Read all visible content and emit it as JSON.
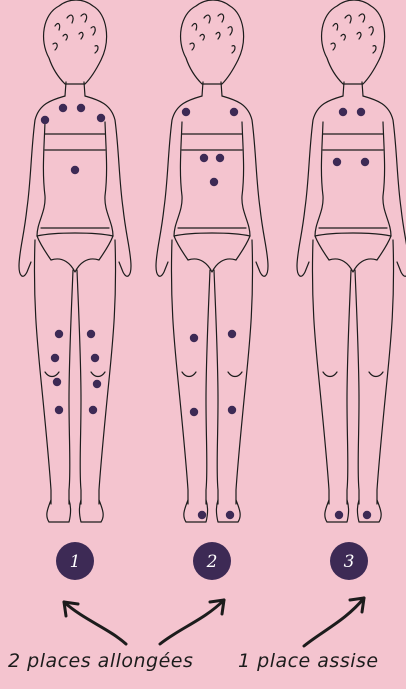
{
  "colors": {
    "background": "#f4c4cf",
    "outline": "#1c1c1c",
    "dot": "#3d2a55",
    "badge": "#3d2a55",
    "badge_text": "#ffffff"
  },
  "figures": [
    {
      "badge": "1"
    },
    {
      "badge": "2"
    },
    {
      "badge": "3"
    }
  ],
  "captions": {
    "lying": "2 places allongées",
    "seated": "1 place assise"
  },
  "icons": [
    "curved-arrow-icon"
  ]
}
